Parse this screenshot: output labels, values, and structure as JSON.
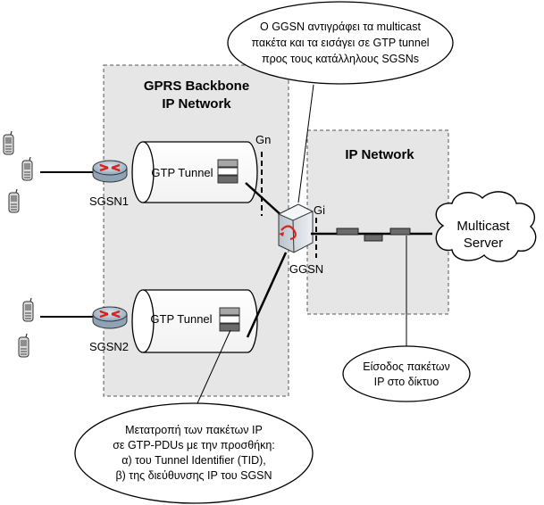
{
  "regions": {
    "gprs_backbone": {
      "line1": "GPRS Backbone",
      "line2": "IP Network"
    },
    "ip_network": {
      "label": "IP Network"
    }
  },
  "nodes": {
    "sgsn1": "SGSN1",
    "sgsn2": "SGSN2",
    "ggsn": "GGSN",
    "multicast_server": {
      "line1": "Multicast",
      "line2": "Server"
    }
  },
  "tunnels": {
    "top": "GTP Tunnel",
    "bottom": "GTP Tunnel"
  },
  "interfaces": {
    "gn": "Gn",
    "gi": "Gi"
  },
  "callouts": {
    "ggsn_note": [
      "Ο GGSN αντιγράφει τα multicast",
      "πακέτα και τα εισάγει σε GTP tunnel",
      "προς τους κατάλληλους SGSNs"
    ],
    "ip_entry": [
      "Είσοδος πακέτων",
      "IP στο δίκτυο"
    ],
    "conversion": [
      "Μετατροπή των πακέτων IP",
      "σε GTP-PDUs με την προσθήκη:",
      "α) του Tunnel Identifier (TID),",
      "β) της διεύθυνσης IP του SGSN"
    ]
  },
  "colors": {
    "region_fill": "#e6e6e6",
    "region_border": "#555555",
    "router_blue": "#9fb6cc",
    "router_red": "#d9231c",
    "packet_gray": "#6b6b6b"
  },
  "icons": [
    "mobile-phone-icon",
    "router-icon",
    "ggsn-switch-icon",
    "cloud-icon"
  ]
}
